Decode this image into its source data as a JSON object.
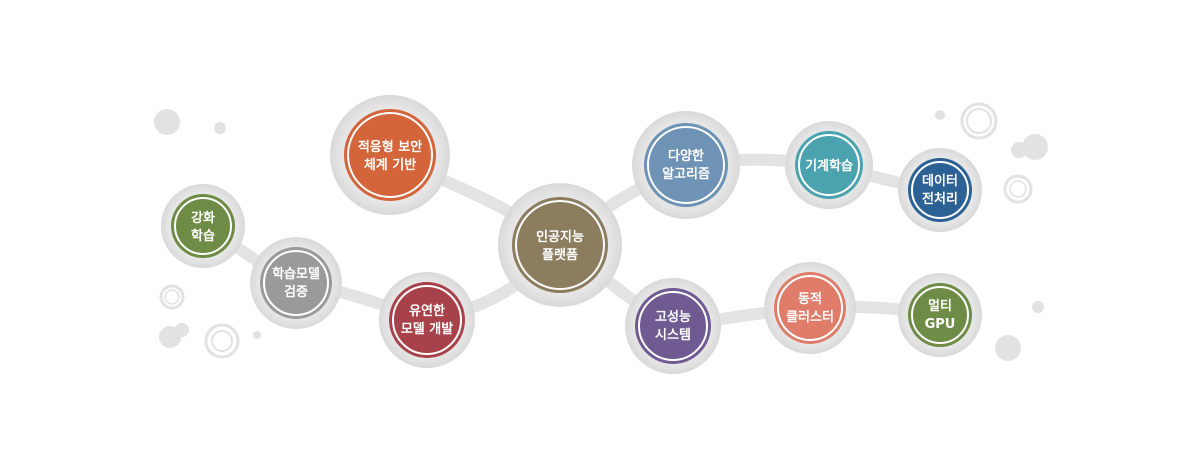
{
  "diagram": {
    "center": {
      "line1": "인공지능",
      "line2": "플랫폼",
      "color": "#8b7d5e"
    },
    "nodes": [
      {
        "id": "adaptive-security",
        "line1": "적응형 보안",
        "line2": "체계 기반",
        "color": "#d4643a"
      },
      {
        "id": "reinforcement-learning",
        "line1": "강화",
        "line2": "학습",
        "color": "#6e8c45"
      },
      {
        "id": "model-validation",
        "line1": "학습모델",
        "line2": "검증",
        "color": "#9a9a9a"
      },
      {
        "id": "flexible-model-dev",
        "line1": "유연한",
        "line2": "모델 개발",
        "color": "#a8424a"
      },
      {
        "id": "various-algorithms",
        "line1": "다양한",
        "line2": "알고리즘",
        "color": "#6f93b5"
      },
      {
        "id": "machine-learning",
        "line1": "기계학습",
        "line2": "",
        "color": "#4aa3ae"
      },
      {
        "id": "data-preprocessing",
        "line1": "데이터",
        "line2": "전처리",
        "color": "#2c6196"
      },
      {
        "id": "high-performance-system",
        "line1": "고성능",
        "line2": "시스템",
        "color": "#705a92"
      },
      {
        "id": "dynamic-cluster",
        "line1": "동적",
        "line2": "클러스터",
        "color": "#df7d6a"
      },
      {
        "id": "multi-gpu",
        "line1": "멀티",
        "line2": "GPU",
        "color": "#6e8c45"
      }
    ],
    "connector_color": "#e3e3e3",
    "decor_color": "#e2e2e2"
  }
}
